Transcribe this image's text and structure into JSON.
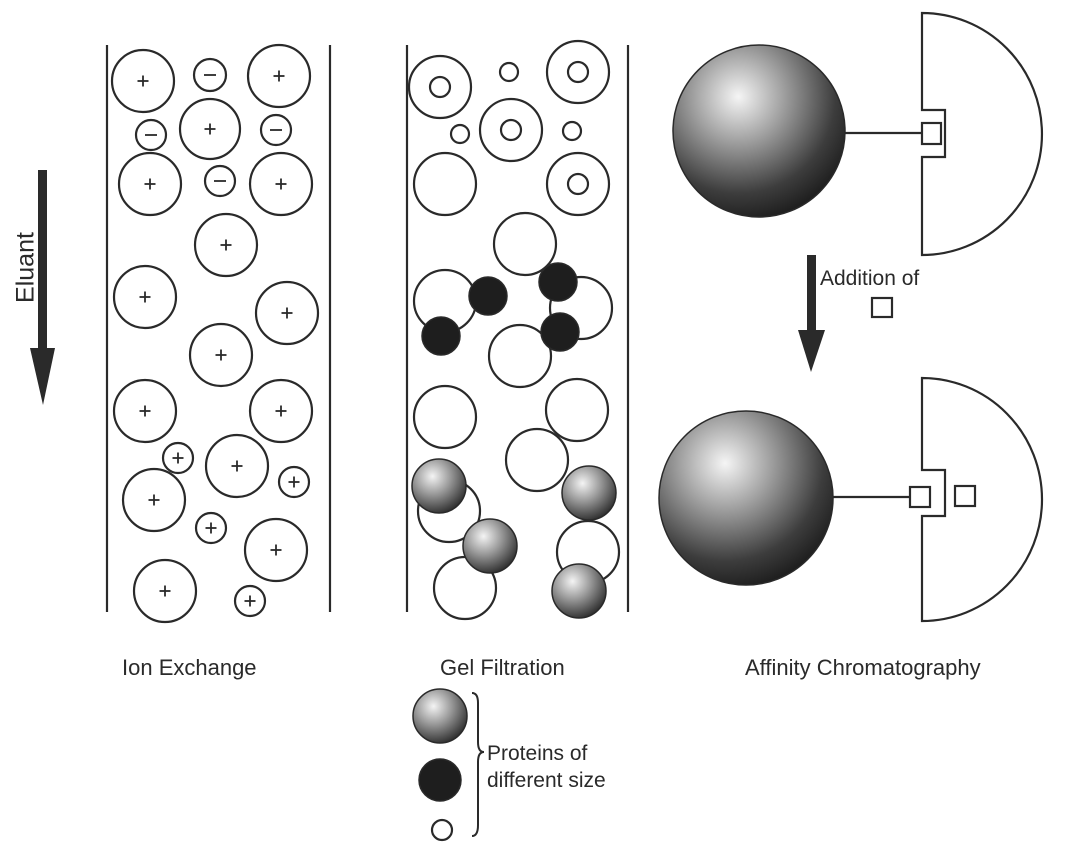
{
  "labels": {
    "eluant": "Eluant",
    "ion_exchange": "Ion Exchange",
    "gel_filtration": "Gel Filtration",
    "affinity": "Affinity Chromatography",
    "addition_of": "Addition of",
    "legend_line1": "Proteins of",
    "legend_line2": "different size"
  },
  "symbols": {
    "positive": "+",
    "negative": "−"
  },
  "colors": {
    "ink": "#2a2a2a",
    "dark_protein": "#1e1e1e",
    "shaded_light": "#f2f2f2",
    "shaded_dark": "#3a3a3a"
  },
  "icons": {
    "arrow": "down-arrow-icon",
    "ligand": "square-ligand-icon"
  }
}
